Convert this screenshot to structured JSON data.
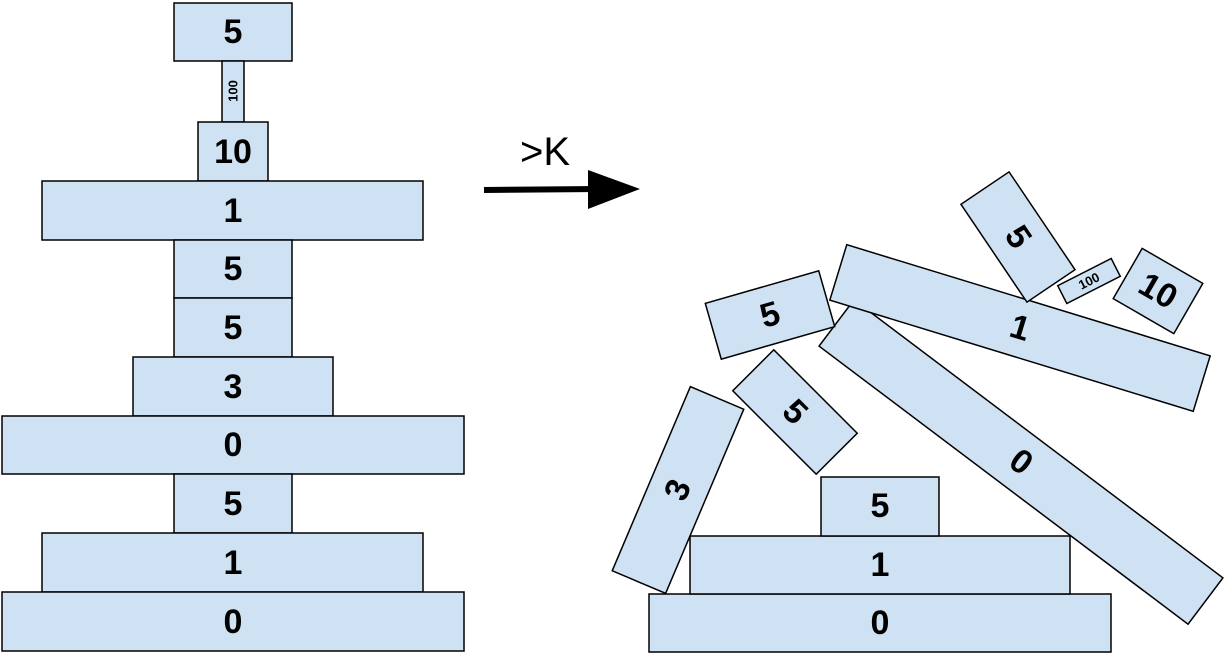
{
  "stable_stack": [
    "5",
    "100",
    "10",
    "1",
    "5",
    "5",
    "3",
    "0",
    "5",
    "1",
    "0"
  ],
  "transition": {
    "label": ">K"
  },
  "collapsed_pile": [
    "0",
    "1",
    "5",
    "3",
    "5",
    "0",
    "5",
    "1",
    "5",
    "100",
    "10"
  ],
  "colors": {
    "block_fill": "#cfe2f3",
    "stroke": "#000000",
    "arrow": "#000000"
  }
}
